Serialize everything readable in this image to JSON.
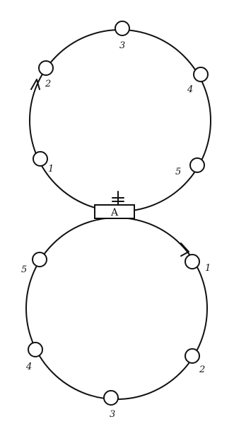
{
  "diagram": {
    "center_label": "A",
    "top_ring": {
      "nodes": [
        {
          "label": "1"
        },
        {
          "label": "2"
        },
        {
          "label": "3"
        },
        {
          "label": "4"
        },
        {
          "label": "5"
        }
      ]
    },
    "bottom_ring": {
      "nodes": [
        {
          "label": "1"
        },
        {
          "label": "2"
        },
        {
          "label": "3"
        },
        {
          "label": "4"
        },
        {
          "label": "5"
        }
      ]
    }
  }
}
